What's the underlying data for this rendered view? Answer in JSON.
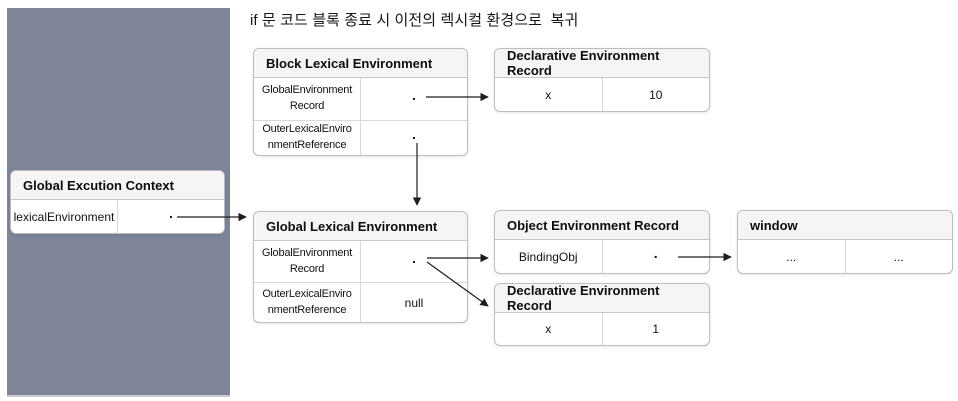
{
  "title": "if 문 코드 블록 종료 시 이전의 렉시컬 환경으로  복귀",
  "tables": {
    "global_execution_context": {
      "header": "Global Excution Context",
      "rows": [
        {
          "key": "lexicalEnvironment",
          "value": "."
        }
      ]
    },
    "block_lexical_environment": {
      "header": "Block Lexical Environment",
      "rows": [
        {
          "key": "GlobalEnvironmentRecord",
          "value": "."
        },
        {
          "key": "OuterLexicalEnvironmentReference",
          "value": "."
        }
      ]
    },
    "declarative_environment_record_top": {
      "header": "Declarative Environment Record",
      "rows": [
        {
          "key": "x",
          "value": "10"
        }
      ]
    },
    "global_lexical_environment": {
      "header": "Global Lexical Environment",
      "rows": [
        {
          "key": "GlobalEnvironmentRecord",
          "value": "."
        },
        {
          "key": "OuterLexicalEnvironmentReference",
          "value": "null"
        }
      ]
    },
    "object_environment_record": {
      "header": "Object Environment Record",
      "rows": [
        {
          "key": "BindingObj",
          "value": "."
        }
      ]
    },
    "window_object": {
      "header": "window",
      "rows": [
        {
          "key": "...",
          "value": "..."
        }
      ]
    },
    "declarative_environment_record_bottom": {
      "header": "Declarative Environment Record",
      "rows": [
        {
          "key": "x",
          "value": "1"
        }
      ]
    }
  },
  "colors": {
    "context_panel": "#7F8599",
    "table_border": "#bcbcc1",
    "header_background": "#f5f5f6",
    "arrow": "#1d1e20"
  }
}
